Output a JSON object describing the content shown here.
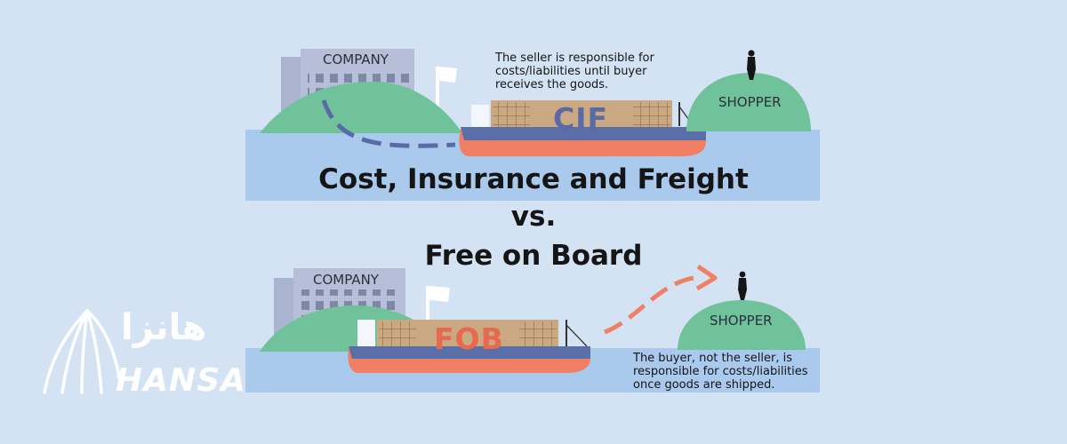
{
  "top_panel": {
    "company_label": "COMPANY",
    "shopper_label": "SHOPPER",
    "ship_label": "CIF",
    "note": "The seller is responsible for costs/liabilities until buyer receives the goods.",
    "note_lines": [
      "The seller is responsible for",
      "costs/liabilities until buyer",
      "receives the goods."
    ]
  },
  "headline": {
    "line1": "Cost, Insurance and Freight",
    "line2": "vs.",
    "line3": "Free on Board"
  },
  "bottom_panel": {
    "company_label": "COMPANY",
    "shopper_label": "SHOPPER",
    "ship_label": "FOB",
    "note": "The buyer, not the seller, is responsible for costs/liabilities once goods are shipped.",
    "note_lines": [
      "The buyer, not the seller, is",
      "responsible for costs/liabilities",
      "once goods are shipped."
    ]
  },
  "logo": {
    "wordmark": "HANSA",
    "arabic_text": "هانزا"
  },
  "colors": {
    "background": "#d3e3f3",
    "water": "#a9c9ed",
    "hill": "#6fc29a",
    "hull_top": "#5a6ea8",
    "hull_bottom": "#f07f63",
    "container": "#c9a882",
    "cif_text": "#5b6aa6",
    "fob_text": "#e86a4e",
    "arrow": "#ef8066"
  },
  "icons": [
    "company-building-icon",
    "flag-icon",
    "ship-icon",
    "person-icon",
    "dashed-route-arrow-icon",
    "hansa-sail-logo-icon"
  ]
}
